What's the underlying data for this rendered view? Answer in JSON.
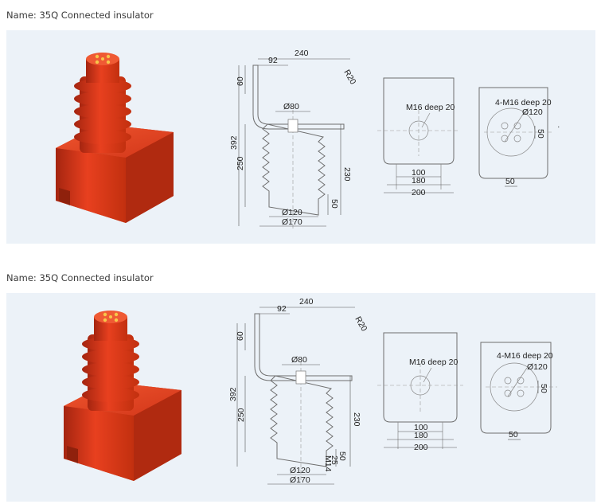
{
  "products": [
    {
      "name": "Name: 35Q Connected insulator",
      "drawing": {
        "width_top": "240",
        "offset": "92",
        "radius": "R20",
        "flange_h": "60",
        "total_h": "392",
        "body_h": "250",
        "side_h": "230",
        "base_h": "50",
        "d_top": "Ø80",
        "d_mid": "Ø120",
        "d_bottom": "Ø170",
        "front_hole": "M16 deep 20",
        "front_w1": "100",
        "front_w2": "180",
        "front_w3": "200",
        "top_holes": "4-M16 deep 20",
        "top_circle": "Ø120",
        "top_pitch_v": "50",
        "top_pitch_h": "50"
      }
    },
    {
      "name": "Name: 35Q Connected insulator",
      "drawing": {
        "width_top": "240",
        "offset": "92",
        "radius": "R20",
        "flange_h": "60",
        "total_h": "392",
        "body_h": "250",
        "side_h": "230",
        "base_h": "50",
        "extra_a": "25",
        "extra_b": "M14",
        "d_top": "Ø80",
        "d_mid": "Ø120",
        "d_bottom": "Ø170",
        "front_hole": "M16 deep 20",
        "front_w1": "100",
        "front_w2": "180",
        "front_w3": "200",
        "top_holes": "4-M16 deep 20",
        "top_circle": "Ø120",
        "top_pitch_v": "50",
        "top_pitch_h": "50"
      }
    }
  ],
  "colors": {
    "panel": "#ecf2f8",
    "insulator": "#e03a1e",
    "insulator_dark": "#b52a12"
  }
}
